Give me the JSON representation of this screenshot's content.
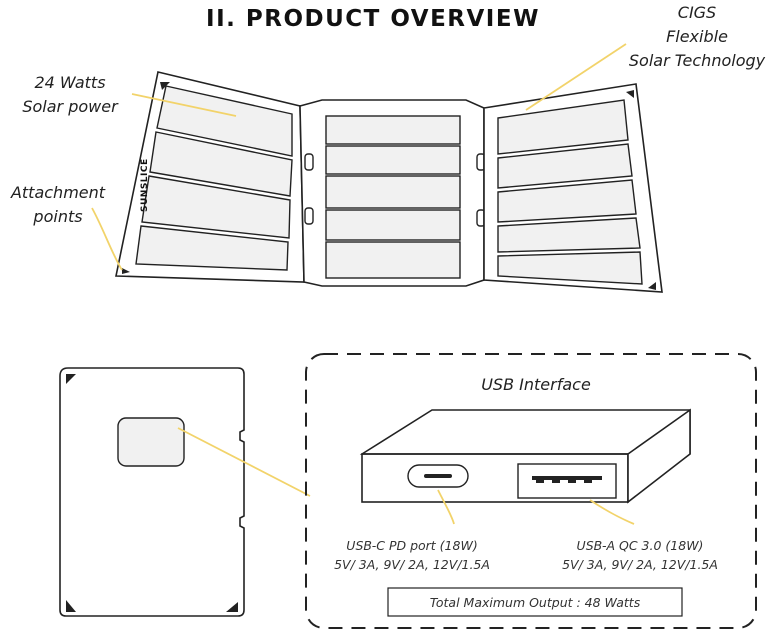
{
  "title": "II.  PRODUCT OVERVIEW",
  "brand": "SUNSLICE",
  "callouts": {
    "solar_power": [
      "24 Watts",
      "Solar power"
    ],
    "attachment": [
      "Attachment",
      "points"
    ],
    "cigs": [
      "CIGS",
      "Flexible",
      "Solar Technology"
    ]
  },
  "usb": {
    "heading": "USB Interface",
    "usbc_title": "USB-C PD port (18W)",
    "usbc_specs": "5V/ 3A, 9V/ 2A, 12V/1.5A",
    "usba_title": "USB-A QC 3.0 (18W)",
    "usba_specs": "5V/ 3A, 9V/ 2A, 12V/1.5A",
    "total": "Total Maximum Output : 48 Watts"
  },
  "colors": {
    "leader": "#f2d36a",
    "line": "#222222",
    "panel_fill": "#f1f1f1"
  }
}
